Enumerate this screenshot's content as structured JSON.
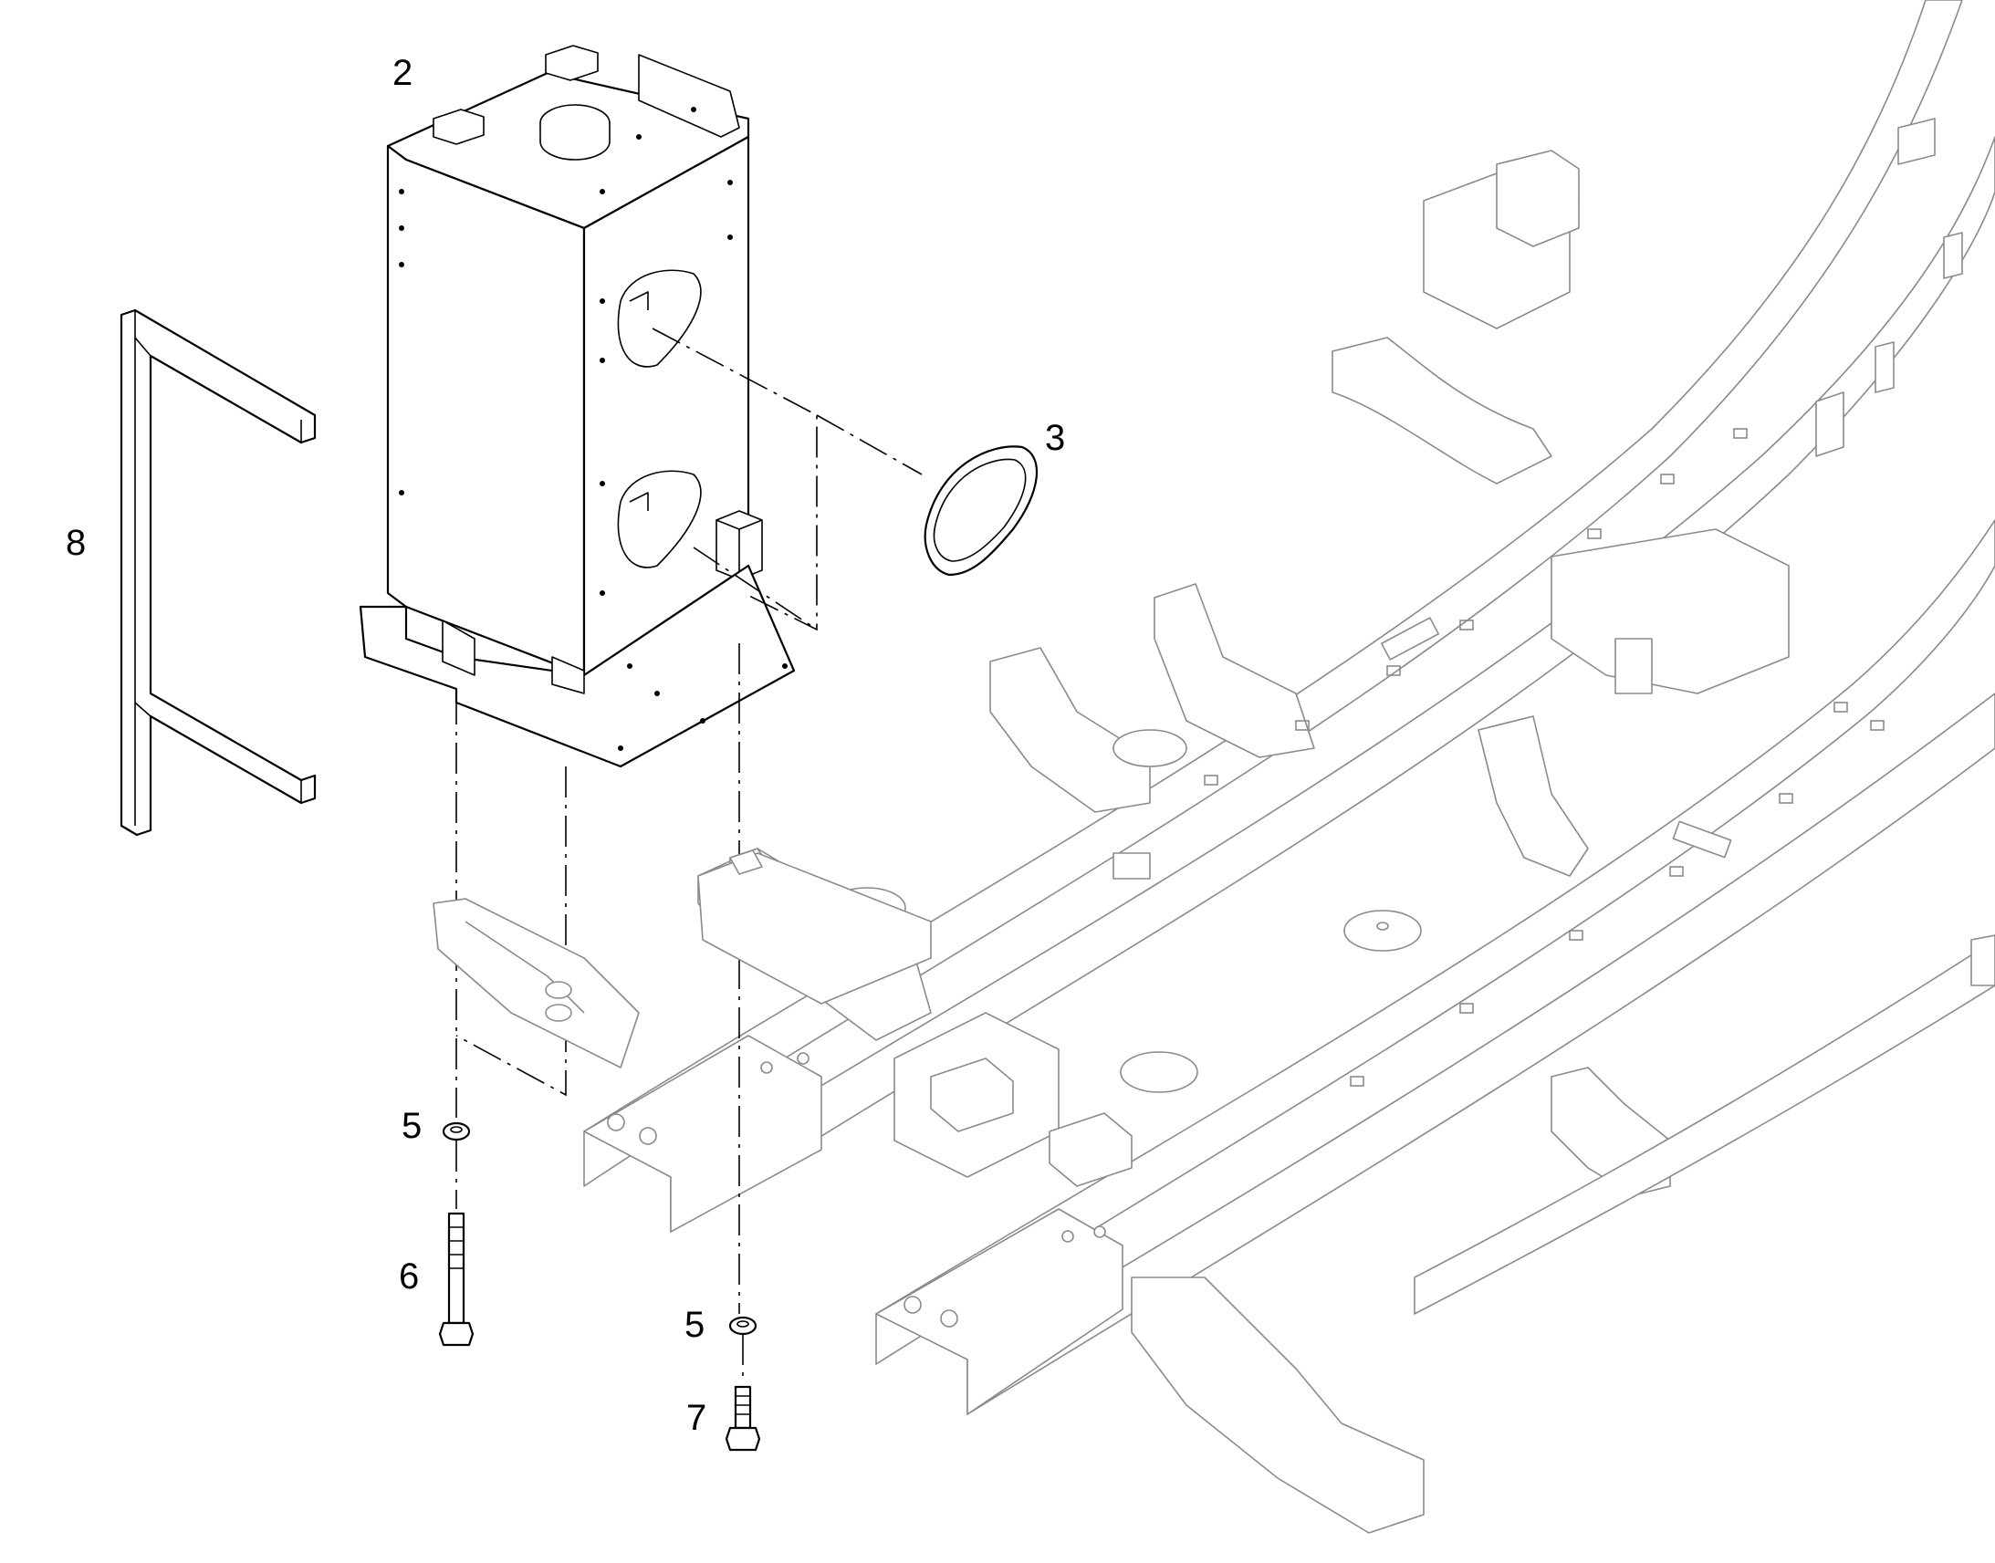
{
  "diagram": {
    "callouts": [
      {
        "id": "callout-2",
        "label": "2"
      },
      {
        "id": "callout-3",
        "label": "3"
      },
      {
        "id": "callout-5a",
        "label": "5"
      },
      {
        "id": "callout-5b",
        "label": "5"
      },
      {
        "id": "callout-6",
        "label": "6"
      },
      {
        "id": "callout-7",
        "label": "7"
      },
      {
        "id": "callout-8",
        "label": "8"
      }
    ],
    "colors": {
      "line": "#000000",
      "ghost_frame": "#8a8a8a",
      "background": "#ffffff"
    }
  }
}
